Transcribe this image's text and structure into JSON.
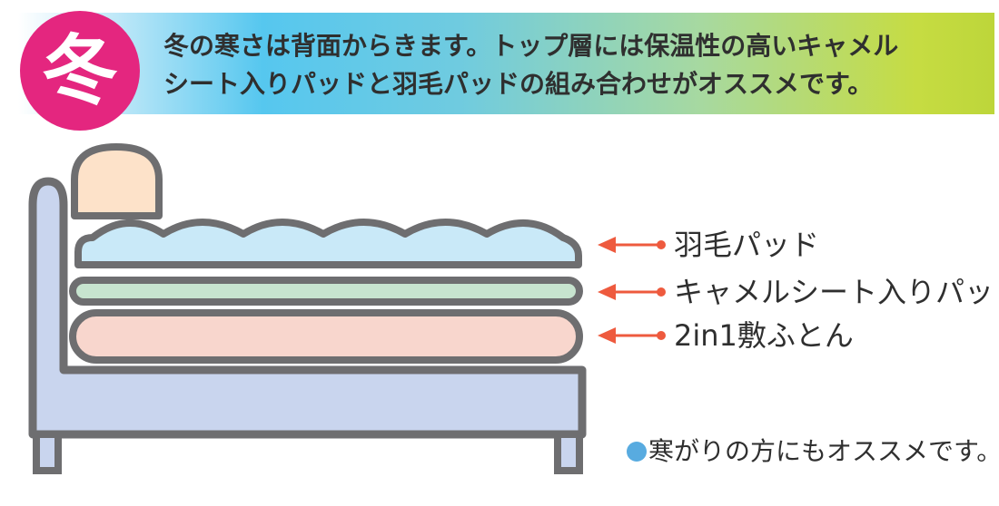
{
  "header": {
    "badge": "冬",
    "line1": "冬の寒さは背面からきます。トップ層には保温性の高いキャメル",
    "line2": "シート入りパッドと羽毛パッドの組み合わせがオススメです。"
  },
  "layers": [
    {
      "label": "羽毛パッド",
      "color": "#c9e9f8"
    },
    {
      "label": "キャメルシート入りパッド",
      "color": "#c7e4cf"
    },
    {
      "label": "2in1敷ふとん",
      "color": "#f8d6cd"
    }
  ],
  "note": "寒がりの方にもオススメです。",
  "colors": {
    "badge": "#e4267f",
    "outline": "#6e6e70",
    "bed_frame": "#c9d5ee",
    "pillow": "#fde2c9",
    "arrow": "#ee5a3e",
    "note_dot": "#58abe0"
  }
}
